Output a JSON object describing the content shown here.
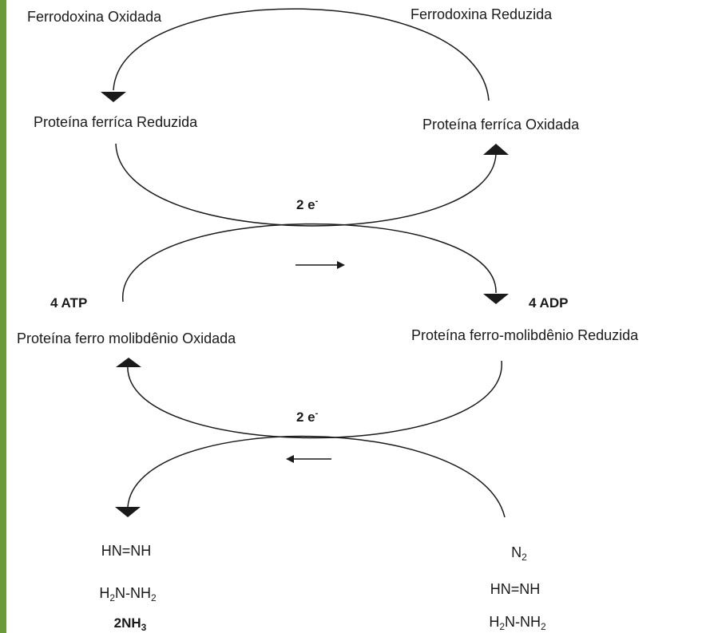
{
  "colors": {
    "accent_strip": "#6a9a3a",
    "ink": "#1a1a1a"
  },
  "cycle1": {
    "ferredoxin_oxidized": "Ferrodoxina Oxidada",
    "ferredoxin_reduced": "Ferrodoxina Reduzida",
    "fe_protein_reduced": "Proteína  ferríca Reduzida",
    "fe_protein_oxidized": "Proteína  ferríca Oxidada",
    "electrons": "2 e",
    "electrons_sup": "-"
  },
  "cycle2": {
    "atp": "4 ATP",
    "adp": "4 ADP",
    "mofe_oxidized": "Proteína  ferro molibdênio Oxidada",
    "mofe_reduced": "Proteína  ferro-molibdênio Reduzida",
    "electrons": "2 e",
    "electrons_sup": "-"
  },
  "products": {
    "diazene": "HN=NH",
    "hydrazine": {
      "a": "H",
      "a_sub": "2",
      "b": "N-NH",
      "b_sub": "2"
    },
    "ammonia": {
      "a": "2NH",
      "a_sub": "3"
    }
  },
  "substrates": {
    "dinitrogen": {
      "a": "N",
      "a_sub": "2"
    },
    "diazene": "HN=NH",
    "hydrazine": {
      "a": "H",
      "a_sub": "2",
      "b": "N-NH",
      "b_sub": "2"
    }
  }
}
